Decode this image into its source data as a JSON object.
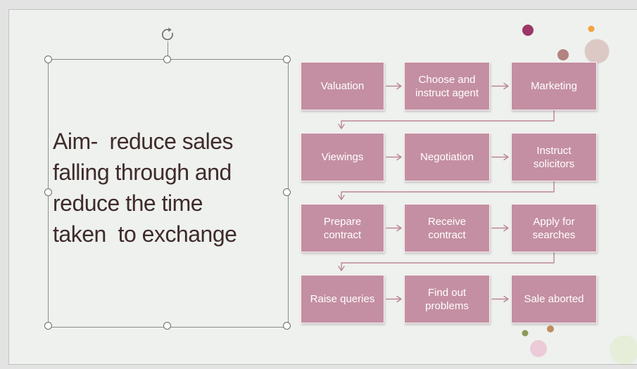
{
  "slide": {
    "background_color": "#eef1ee",
    "title": {
      "lines": [
        "Aim-  reduce sales",
        "falling through and",
        "reduce the time",
        "taken  to exchange"
      ],
      "color": "#3f2b2b"
    }
  },
  "flowchart": {
    "box_fill": "#c48fa2",
    "box_text_color": "#ffffff",
    "connector_color": "#bb8599",
    "rows": [
      [
        "Valuation",
        "Choose and instruct agent",
        "Marketing"
      ],
      [
        "Viewings",
        "Negotiation",
        "Instruct solicitors"
      ],
      [
        "Prepare contract",
        "Receive contract",
        "Apply for searches"
      ],
      [
        "Raise queries",
        "Find out problems",
        "Sale aborted"
      ]
    ]
  },
  "selection": {
    "outline_color": "#8c8c8c",
    "handle_border_color": "#6b6b6b",
    "rotate_icon_color": "#6f6f6f"
  },
  "decorations": [
    {
      "name": "plum-circle",
      "color": "#9c3768"
    },
    {
      "name": "orange-dot",
      "color": "#f2a33c"
    },
    {
      "name": "rosybrown-circle",
      "color": "#b38381"
    },
    {
      "name": "blush-circle",
      "color": "#dcc9c5"
    },
    {
      "name": "olive-dot",
      "color": "#8c9a57"
    },
    {
      "name": "tan-dot",
      "color": "#bf8e61"
    },
    {
      "name": "pink-circle",
      "color": "#ebcbd7"
    },
    {
      "name": "pale-green-circle",
      "color": "#e6eeda"
    }
  ]
}
